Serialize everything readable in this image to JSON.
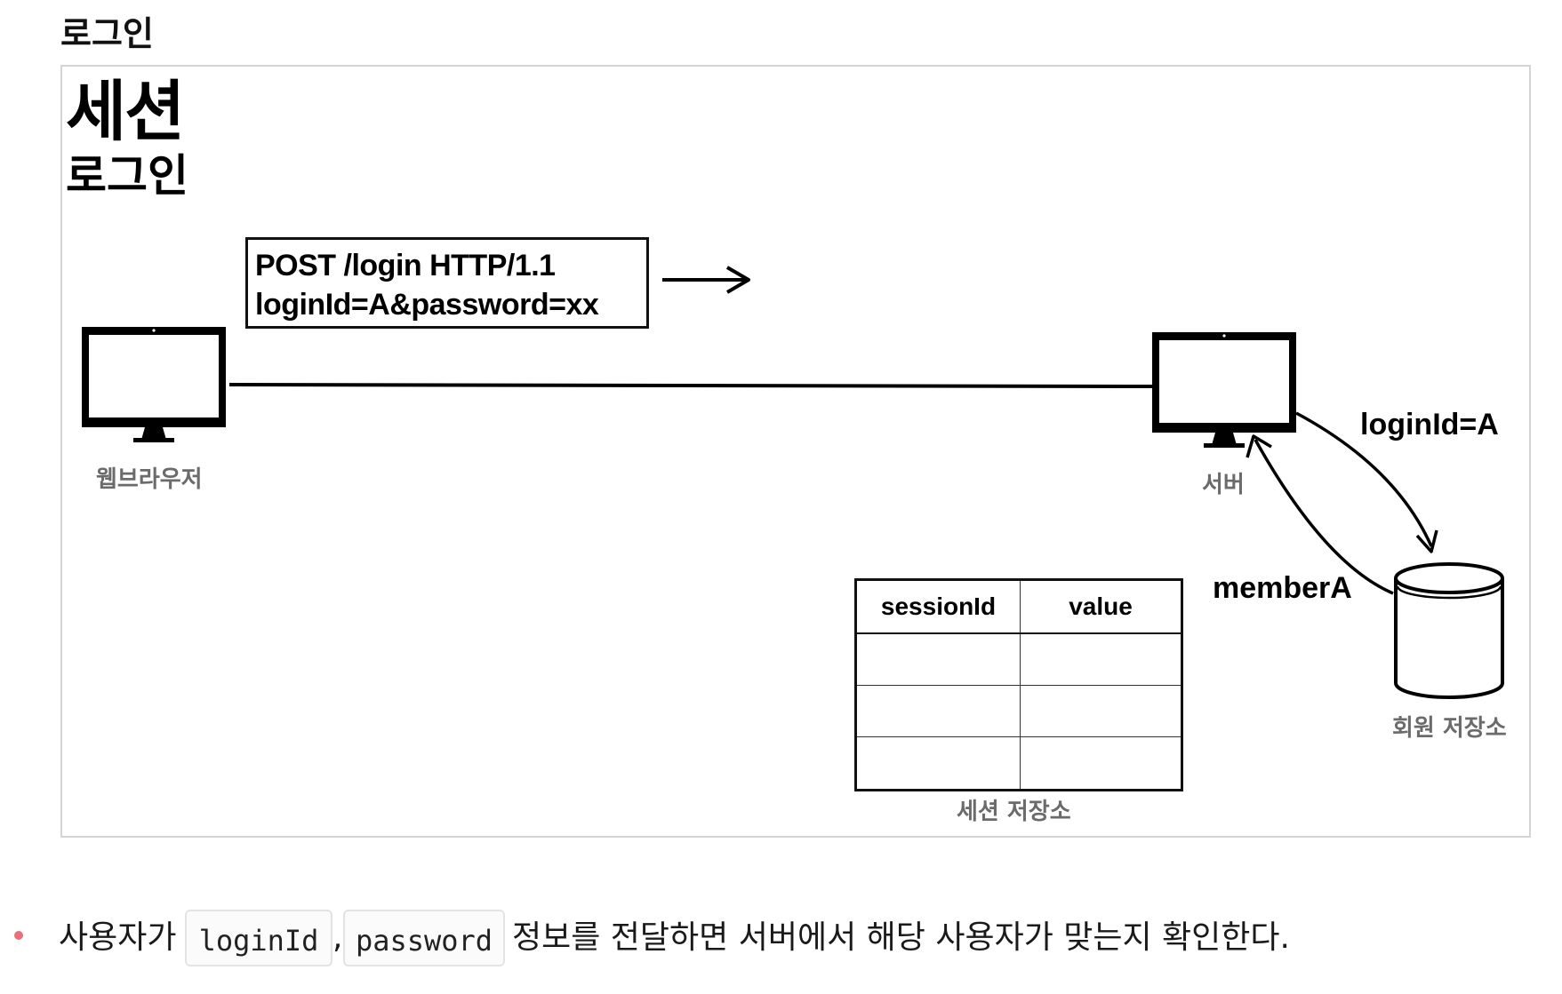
{
  "heading": "로그인",
  "slide": {
    "title": "세션",
    "subtitle": "로그인",
    "request": {
      "line1": "POST /login HTTP/1.1",
      "line2": "loginId=A&password=xx"
    },
    "browser_label": "웹브라우저",
    "server_label": "서버",
    "member_store_label": "회원 저장소",
    "session_store_label": "세션 저장소",
    "to_store_label": "loginId=A",
    "from_store_label": "memberA",
    "session_table": {
      "columns": [
        "sessionId",
        "value"
      ],
      "rows": [
        [
          "",
          ""
        ],
        [
          "",
          ""
        ],
        [
          "",
          ""
        ]
      ]
    }
  },
  "bullet": {
    "prefix": "사용자가",
    "code1": "loginId",
    "separator": ",",
    "code2": "password",
    "suffix": "정보를 전달하면 서버에서 해당 사용자가 맞는지 확인한다."
  },
  "colors": {
    "bullet_dot": "#e8707a",
    "frame_border": "#d4d4d4",
    "muted_label": "#6b6b6b"
  },
  "icons": {
    "browser": "monitor-icon",
    "server": "monitor-icon",
    "member_store": "database-cylinder-icon"
  }
}
